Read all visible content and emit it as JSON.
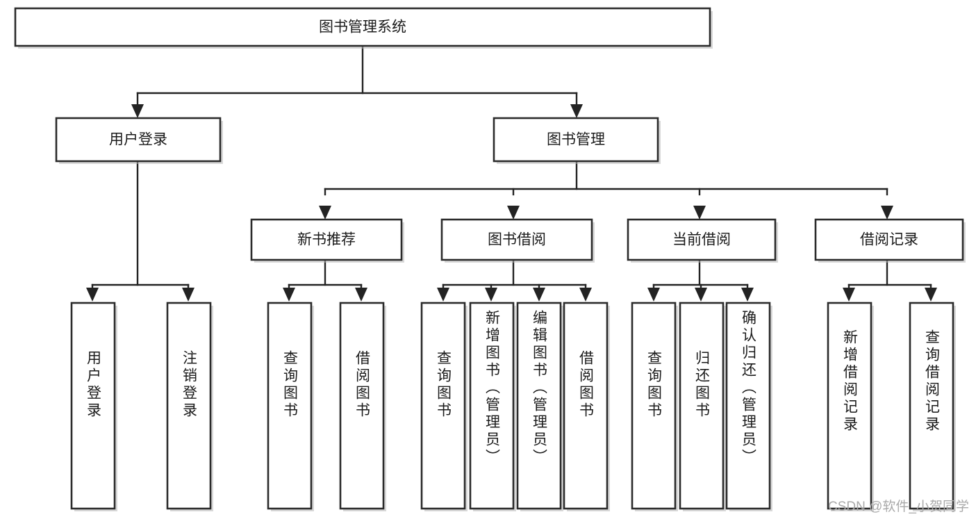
{
  "diagram": {
    "type": "hierarchy-tree",
    "title": "图书管理系统",
    "style": {
      "box_fill": "#ffffff",
      "box_stroke": "#2b2b2b",
      "line_color": "#232323",
      "text_color": "#1a1a1a",
      "background": "#ffffff",
      "watermark_color": "#a9a9a9"
    },
    "levels": {
      "root": {
        "label": "图书管理系统"
      },
      "level2": [
        {
          "label": "用户登录"
        },
        {
          "label": "图书管理"
        }
      ],
      "level3": [
        {
          "label": "新书推荐"
        },
        {
          "label": "图书借阅"
        },
        {
          "label": "当前借阅"
        },
        {
          "label": "借阅记录"
        }
      ],
      "leaves": {
        "user_login": [
          {
            "label": "用户登录"
          },
          {
            "label": "注销登录"
          }
        ],
        "new_book_recommend": [
          {
            "label": "查询图书"
          },
          {
            "label": "借阅图书"
          }
        ],
        "book_borrow": [
          {
            "label": "查询图书"
          },
          {
            "label": "新增图书（管理员）"
          },
          {
            "label": "编辑图书（管理员）"
          },
          {
            "label": "借阅图书"
          }
        ],
        "current_borrow": [
          {
            "label": "查询图书"
          },
          {
            "label": "归还图书"
          },
          {
            "label": "确认归还（管理员）"
          }
        ],
        "borrow_record": [
          {
            "label": "新增借阅记录"
          },
          {
            "label": "查询借阅记录"
          }
        ]
      }
    },
    "edges": [
      {
        "from": "图书管理系统",
        "to": "用户登录"
      },
      {
        "from": "图书管理系统",
        "to": "图书管理"
      },
      {
        "from": "图书管理",
        "to": "新书推荐"
      },
      {
        "from": "图书管理",
        "to": "图书借阅"
      },
      {
        "from": "图书管理",
        "to": "当前借阅"
      },
      {
        "from": "图书管理",
        "to": "借阅记录"
      },
      {
        "from": "用户登录",
        "to": "用户登录"
      },
      {
        "from": "用户登录",
        "to": "注销登录"
      },
      {
        "from": "新书推荐",
        "to": "查询图书"
      },
      {
        "from": "新书推荐",
        "to": "借阅图书"
      },
      {
        "from": "图书借阅",
        "to": "查询图书"
      },
      {
        "from": "图书借阅",
        "to": "新增图书（管理员）"
      },
      {
        "from": "图书借阅",
        "to": "编辑图书（管理员）"
      },
      {
        "from": "图书借阅",
        "to": "借阅图书"
      },
      {
        "from": "当前借阅",
        "to": "查询图书"
      },
      {
        "from": "当前借阅",
        "to": "归还图书"
      },
      {
        "from": "当前借阅",
        "to": "确认归还（管理员）"
      },
      {
        "from": "借阅记录",
        "to": "新增借阅记录"
      },
      {
        "from": "借阅记录",
        "to": "查询借阅记录"
      }
    ]
  },
  "watermark": {
    "text": "CSDN @软件_小贺同学"
  }
}
